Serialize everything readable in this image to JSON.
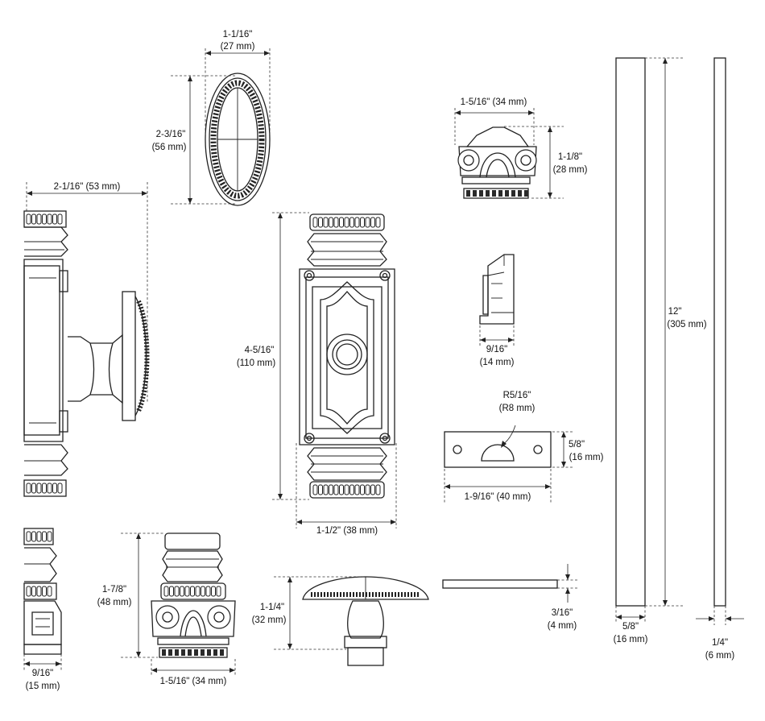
{
  "dimensions": {
    "oval_width": {
      "imperial": "1-1/16\"",
      "metric": "(27 mm)"
    },
    "oval_height": {
      "imperial": "2-3/16\"",
      "metric": "(56 mm)"
    },
    "top_bracket_width": {
      "text": "1-5/16\" (34 mm)"
    },
    "top_bracket_height": {
      "imperial": "1-1/8\"",
      "metric": "(28 mm)"
    },
    "side_depth": {
      "text": "2-1/16\" (53 mm)"
    },
    "plate_height": {
      "imperial": "4-5/16\"",
      "metric": "(110 mm)"
    },
    "plate_width": {
      "text": "1-1/2\" (38 mm)"
    },
    "clip_depth": {
      "imperial": "9/16\"",
      "metric": "(14 mm)"
    },
    "radius": {
      "imperial": "R5/16\"",
      "metric": "(R8 mm)"
    },
    "strike_height": {
      "imperial": "5/8\"",
      "metric": "(16 mm)"
    },
    "strike_width": {
      "text": "1-9/16\" (40 mm)"
    },
    "bottom_depth": {
      "imperial": "9/16\"",
      "metric": "(15 mm)"
    },
    "bracket_height": {
      "imperial": "1-7/8\"",
      "metric": "(48 mm)"
    },
    "bracket_width": {
      "text": "1-5/16\" (34 mm)"
    },
    "knob_height": {
      "imperial": "1-1/4\"",
      "metric": "(32 mm)"
    },
    "bar_thickness": {
      "imperial": "3/16\"",
      "metric": "(4 mm)"
    },
    "rod_length": {
      "imperial": "12\"",
      "metric": "(305 mm)"
    },
    "rod_width": {
      "imperial": "5/8\"",
      "metric": "(16 mm)"
    },
    "thin_rod_width": {
      "imperial": "1/4\"",
      "metric": "(6 mm)"
    }
  }
}
